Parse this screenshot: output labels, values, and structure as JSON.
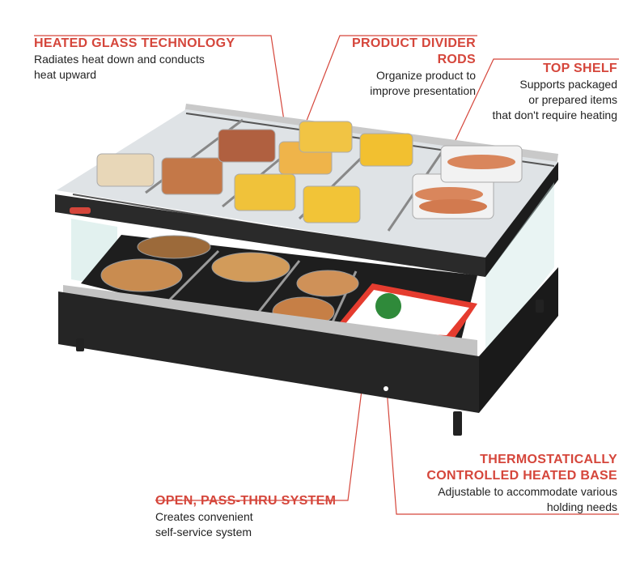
{
  "callouts": {
    "heated_glass": {
      "title": "HEATED GLASS TECHNOLOGY",
      "desc_line1": "Radiates heat down and conducts",
      "desc_line2": "heat upward"
    },
    "divider_rods": {
      "title_line1": "PRODUCT DIVIDER",
      "title_line2": "RODS",
      "desc_line1": "Organize product to",
      "desc_line2": "improve presentation"
    },
    "top_shelf": {
      "title": "TOP SHELF",
      "desc_line1": "Supports packaged",
      "desc_line2": "or prepared items",
      "desc_line3": "that don't require heating"
    },
    "heated_base": {
      "title_line1": "THERMOSTATICALLY",
      "title_line2": "CONTROLLED HEATED BASE",
      "desc_line1": "Adjustable to accommodate various",
      "desc_line2": "holding needs"
    },
    "pass_thru": {
      "title": "OPEN, PASS-THRU SYSTEM",
      "desc_line1": "Creates convenient",
      "desc_line2": "self-service system"
    }
  },
  "colors": {
    "accent": "#d5463b",
    "frame": "#2a2a2a",
    "rail": "#b8b8b8"
  },
  "icons": [
    "merchandiser-illustration"
  ]
}
